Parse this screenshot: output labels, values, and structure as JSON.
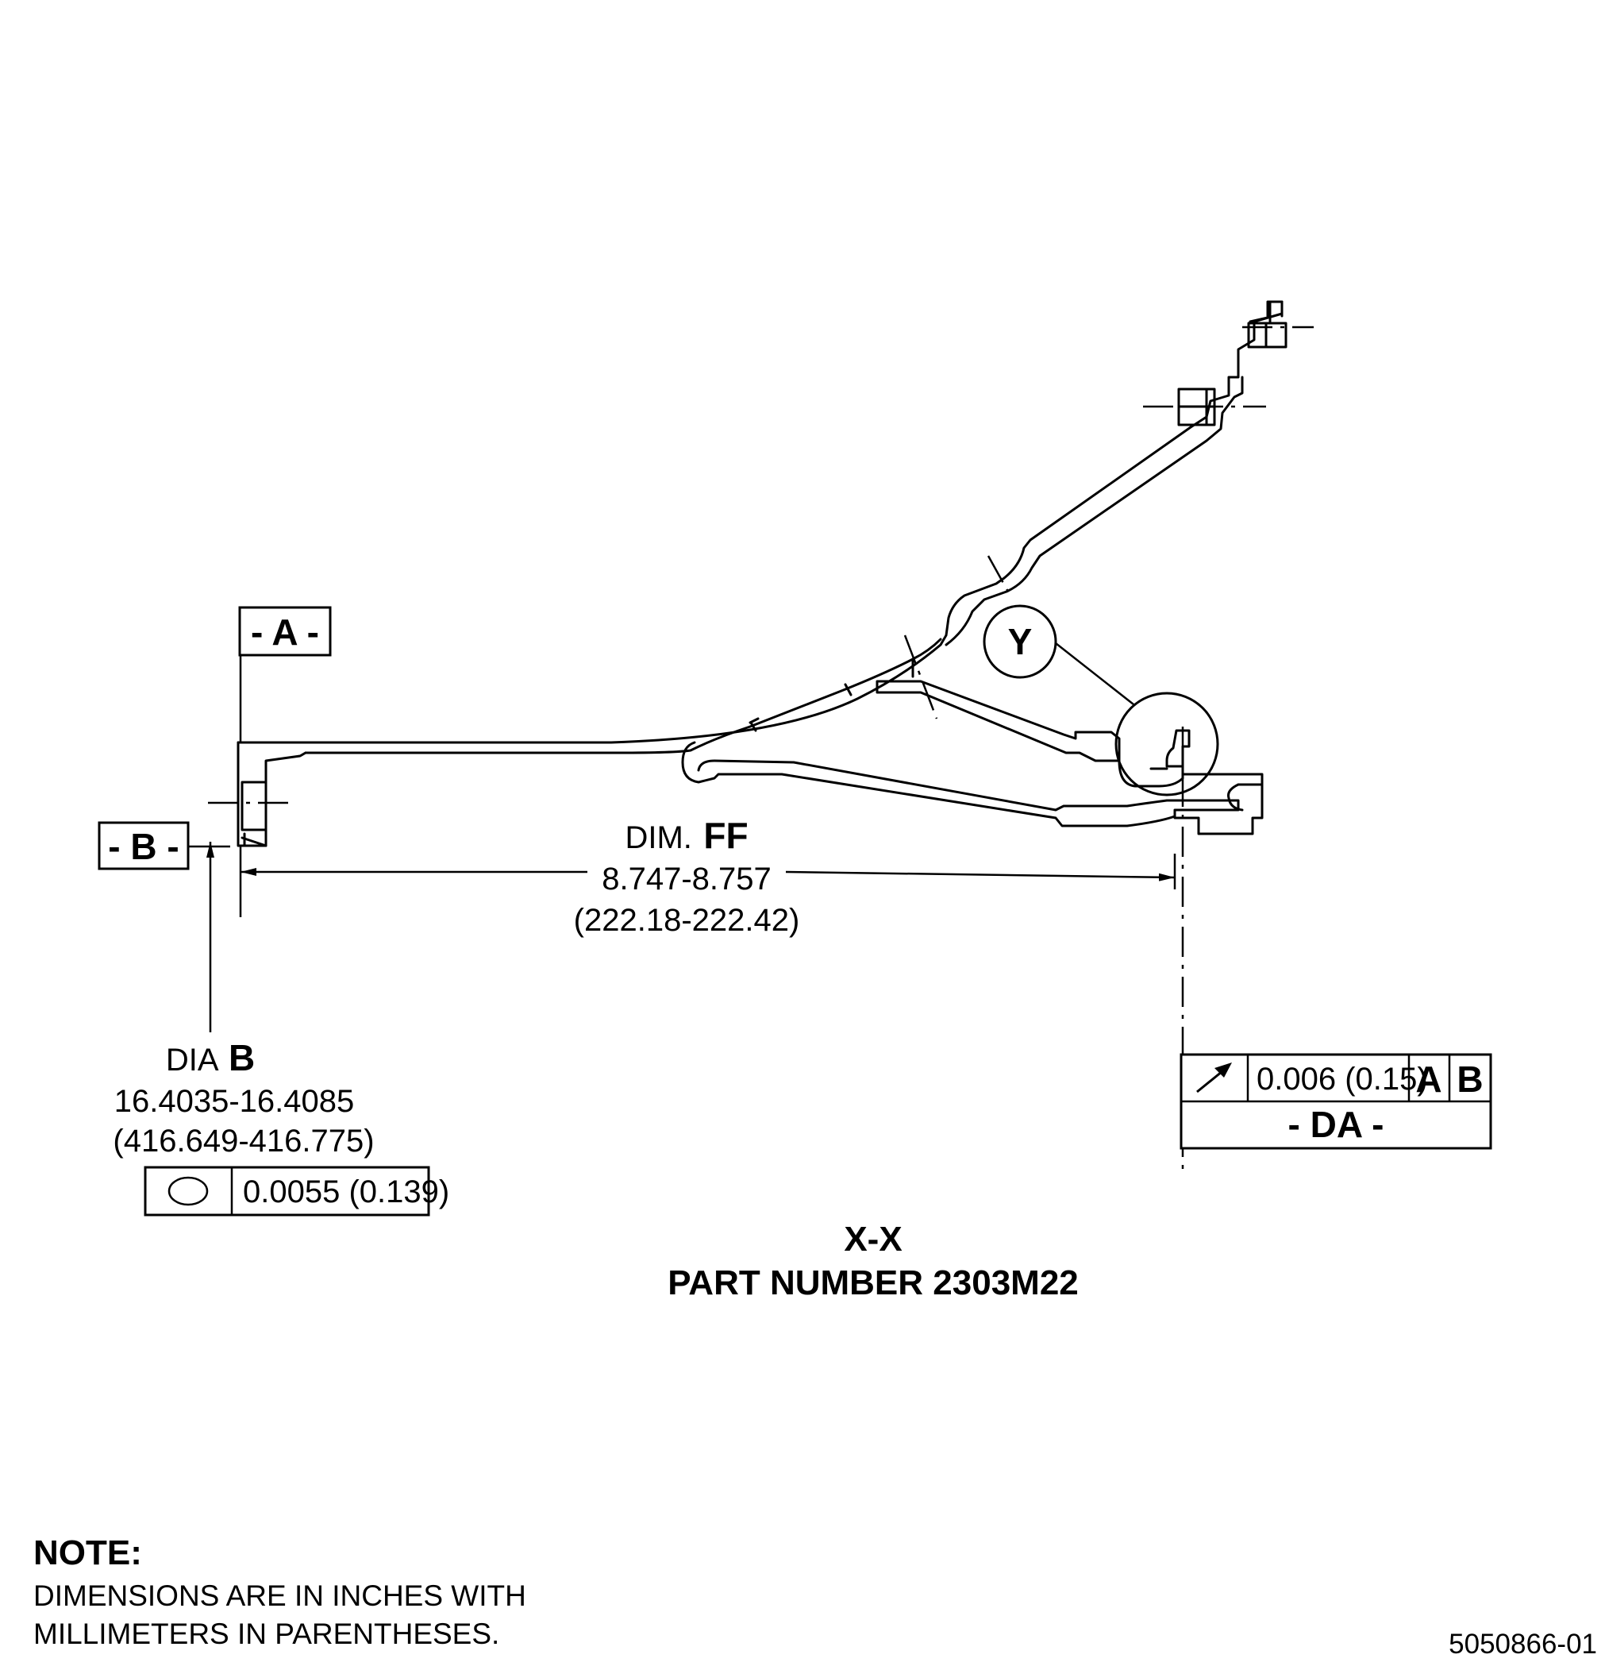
{
  "datums": {
    "a_label": "- A -",
    "b_label": "- B -",
    "da_label": "- DA -"
  },
  "dim_ff": {
    "prefix": "DIM.",
    "letter": "FF",
    "inches": "8.747-8.757",
    "mm": "(222.18-222.42)"
  },
  "dia_b": {
    "prefix": "DIA",
    "letter": "B",
    "inches": "16.4035-16.4085",
    "mm": "(416.649-416.775)",
    "tolerance": "0.0055 (0.139)",
    "symbol": "circularity-icon"
  },
  "runout_frame": {
    "symbol": "circular-runout-arrow-icon",
    "tolerance": "0.006 (0.15)",
    "ref_a": "A",
    "ref_b": "B"
  },
  "detail_callout": {
    "label": "Y"
  },
  "section": {
    "view": "X-X",
    "part_number": "PART NUMBER 2303M22"
  },
  "note": {
    "heading": "NOTE:",
    "line1": "DIMENSIONS ARE IN INCHES WITH",
    "line2": "MILLIMETERS IN PARENTHESES."
  },
  "figure_code": "5050866-01"
}
